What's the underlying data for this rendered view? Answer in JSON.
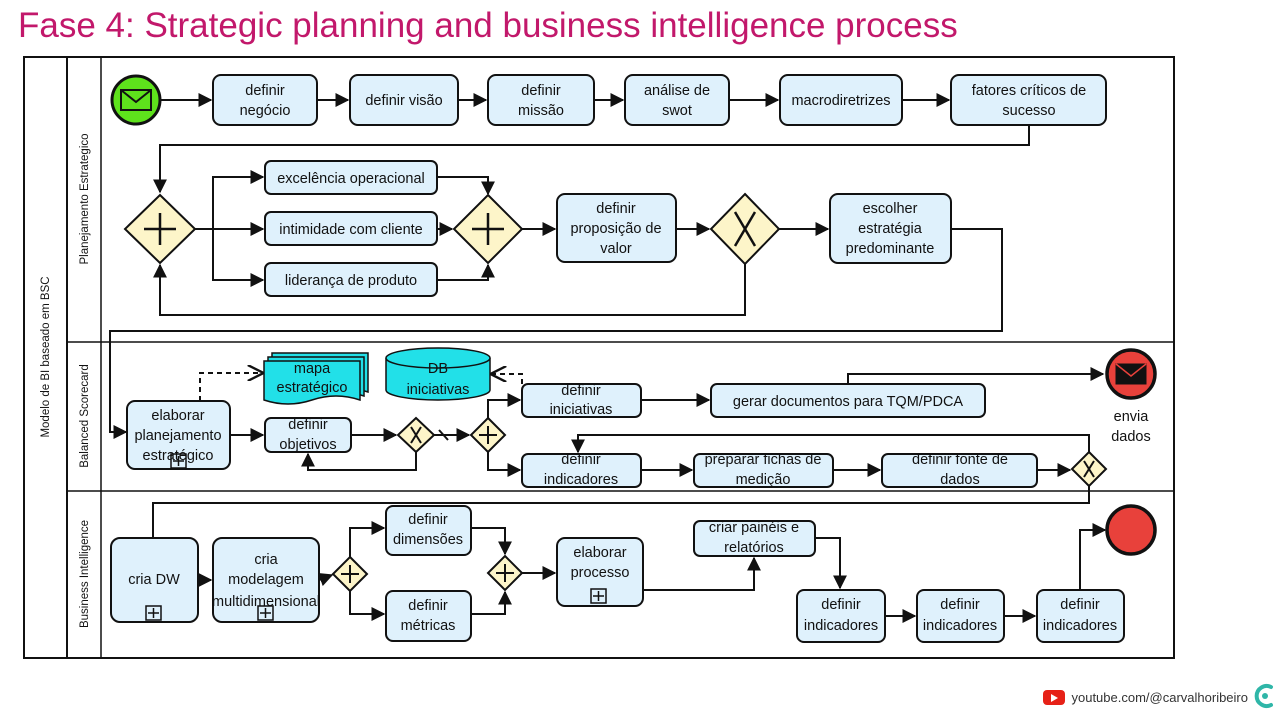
{
  "title": "Fase 4: Strategic planning and business intelligence process",
  "pool": {
    "label": "Modelo de BI baseado em BSC"
  },
  "lanes": [
    {
      "label": "Planejamento Estrategico"
    },
    {
      "label": "Balanced Scorecard"
    },
    {
      "label": "Business Intelligence"
    }
  ],
  "tasks": {
    "definir_negocio": [
      "definir",
      "negócio"
    ],
    "definir_visao": [
      "definir visão"
    ],
    "definir_missao": [
      "definir",
      "missão"
    ],
    "analise_swot": [
      "análise de",
      "swot"
    ],
    "macrodiretrizes": [
      "macrodiretrizes"
    ],
    "fatores_criticos": [
      "fatores críticos de",
      "sucesso"
    ],
    "excelencia": [
      "excelência operacional"
    ],
    "intimidade": [
      "intimidade com cliente"
    ],
    "lideranca": [
      "liderança de produto"
    ],
    "proposicao": [
      "definir",
      "proposição de",
      "valor"
    ],
    "escolher": [
      "escolher",
      "estratégia",
      "predominante"
    ],
    "elaborar_planejamento": [
      "elaborar",
      "planejamento",
      "estratégico"
    ],
    "definir_objetivos": [
      "definir",
      "objetivos"
    ],
    "definir_iniciativas": [
      "definir",
      "iniciativas"
    ],
    "gerar_documentos": [
      "gerar documentos para TQM/PDCA"
    ],
    "definir_indicadores_bsc": [
      "definir",
      "indicadores"
    ],
    "preparar_fichas": [
      "preparar fichas de",
      "medição"
    ],
    "definir_fonte": [
      "definir fonte de",
      "dados"
    ],
    "cria_dw": [
      "cria DW"
    ],
    "cria_modelagem": [
      "cria",
      "modelagem",
      "multidimensional"
    ],
    "definir_dimensoes": [
      "definir",
      "dimensões"
    ],
    "definir_metricas": [
      "definir",
      "métricas"
    ],
    "elaborar_processo": [
      "elaborar",
      "processo"
    ],
    "criar_paineis": [
      "criar painéis e",
      "relatórios"
    ],
    "definir_ind_bi1": [
      "definir",
      "indicadores"
    ],
    "definir_ind_bi2": [
      "definir",
      "indicadores"
    ],
    "definir_ind_bi3": [
      "definir",
      "indicadores"
    ]
  },
  "artifacts": {
    "mapa_estrategico": [
      "mapa",
      "estratégico"
    ],
    "db_iniciativas": [
      "DB",
      "iniciativas"
    ]
  },
  "events": {
    "envia_dados": [
      "envia",
      "dados"
    ]
  },
  "colors": {
    "title": "#c2186b",
    "task_fill": "#dff1fc",
    "gateway_fill": "#fdf5c9",
    "artifact_fill": "#22e0e8",
    "start_fill": "#5ee21c",
    "end_fill": "#e8413b",
    "stroke": "#111111"
  },
  "footer": {
    "text": "youtube.com/@carvalhoribeiro"
  }
}
